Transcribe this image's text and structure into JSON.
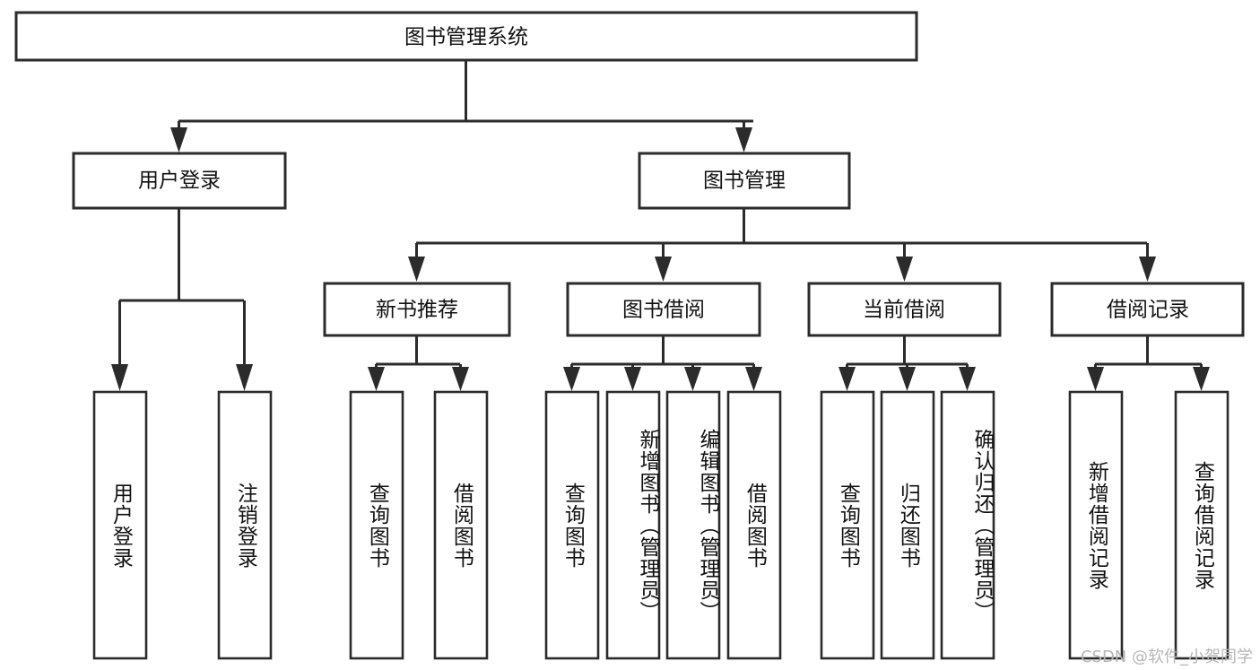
{
  "diagram": {
    "title": "图书管理系统",
    "type": "tree-hierarchy-chart",
    "orientation": "top-down",
    "colors": {
      "box_fill": "#ffffff",
      "box_stroke": "#2b2b2b",
      "text": "#111111",
      "background": "#ffffff",
      "watermark": "#b6b6b6"
    }
  },
  "nodes": {
    "root": {
      "label": "图书管理系统"
    },
    "level2": [
      {
        "id": "user-login",
        "label": "用户登录"
      },
      {
        "id": "book-management",
        "label": "图书管理"
      }
    ],
    "level3": [
      {
        "id": "new-book-recommend",
        "label": "新书推荐"
      },
      {
        "id": "book-borrow",
        "label": "图书借阅"
      },
      {
        "id": "current-borrow",
        "label": "当前借阅"
      },
      {
        "id": "borrow-record",
        "label": "借阅记录"
      }
    ],
    "leaves": [
      {
        "id": "leaf-user-login",
        "label": "用户登录",
        "parent": "user-login"
      },
      {
        "id": "leaf-logout-login",
        "label": "注销登录",
        "parent": "user-login"
      },
      {
        "id": "leaf-query-book-1",
        "label": "查询图书",
        "parent": "new-book-recommend"
      },
      {
        "id": "leaf-borrow-book-1",
        "label": "借阅图书",
        "parent": "new-book-recommend"
      },
      {
        "id": "leaf-query-book-2",
        "label": "查询图书",
        "parent": "book-borrow"
      },
      {
        "id": "leaf-add-book",
        "label": "新增图书（管理员）",
        "parent": "book-borrow"
      },
      {
        "id": "leaf-edit-book",
        "label": "编辑图书（管理员）",
        "parent": "book-borrow"
      },
      {
        "id": "leaf-borrow-book-2",
        "label": "借阅图书",
        "parent": "book-borrow"
      },
      {
        "id": "leaf-query-book-3",
        "label": "查询图书",
        "parent": "current-borrow"
      },
      {
        "id": "leaf-return-book",
        "label": "归还图书",
        "parent": "current-borrow"
      },
      {
        "id": "leaf-confirm-return",
        "label": "确认归还（管理员）",
        "parent": "current-borrow"
      },
      {
        "id": "leaf-add-borrow-record",
        "label": "新增借阅记录",
        "parent": "borrow-record"
      },
      {
        "id": "leaf-query-borrow-record",
        "label": "查询借阅记录",
        "parent": "borrow-record"
      }
    ]
  },
  "watermark": {
    "text": "CSDN @软件_小贺同学"
  }
}
